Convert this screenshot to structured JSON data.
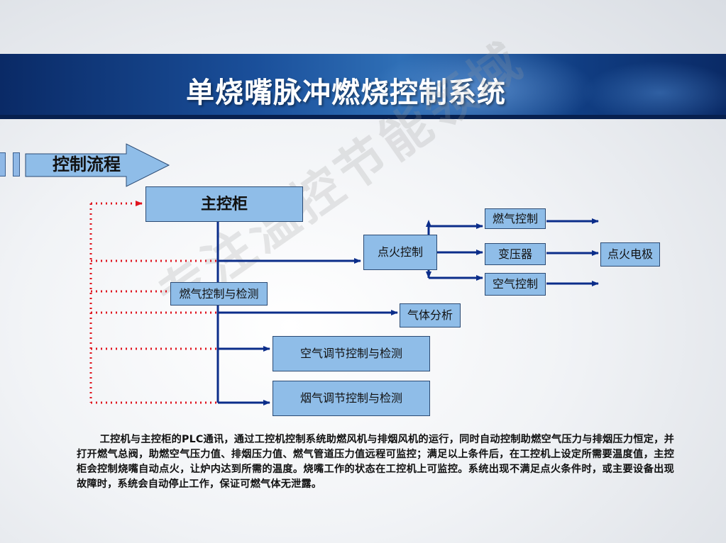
{
  "title": "单烧嘴脉冲燃烧控制系统",
  "flow_label": "控制流程",
  "nodes": {
    "main_cabinet": "主控柜",
    "gas_control_detect": "燃气控制与检测",
    "ignition_control": "点火控制",
    "gas_control": "燃气控制",
    "transformer": "变压器",
    "ignition_electrode": "点火电极",
    "air_control": "空气控制",
    "gas_analysis": "气体分析",
    "air_regulation": "空气调节控制与检测",
    "flue_regulation": "烟气调节控制与检测"
  },
  "watermark": "专注温控节能领域",
  "description": "工控机与主控柜的PLC通讯，通过工控机控制系统助燃风机与排烟风机的运行，同时自动控制助燃空气压力与排烟压力恒定，并打开燃气总阀，助燃空气压力值、排烟压力值、燃气管道压力值远程可监控；满足以上条件后，在工控机上设定所需要温度值，主控柜会控制烧嘴自动点火，让炉内达到所需的温度。烧嘴工作的状态在工控机上可监控。系统出现不满足点火条件时，或主要设备出现故障时，系统会自动停止工作，保证可燃气体无泄露。",
  "colors": {
    "node_fill": "#8fbde8",
    "node_border": "#2b4a73",
    "arrow_blue": "#0b2d8a",
    "signal_red": "#e0141e"
  }
}
